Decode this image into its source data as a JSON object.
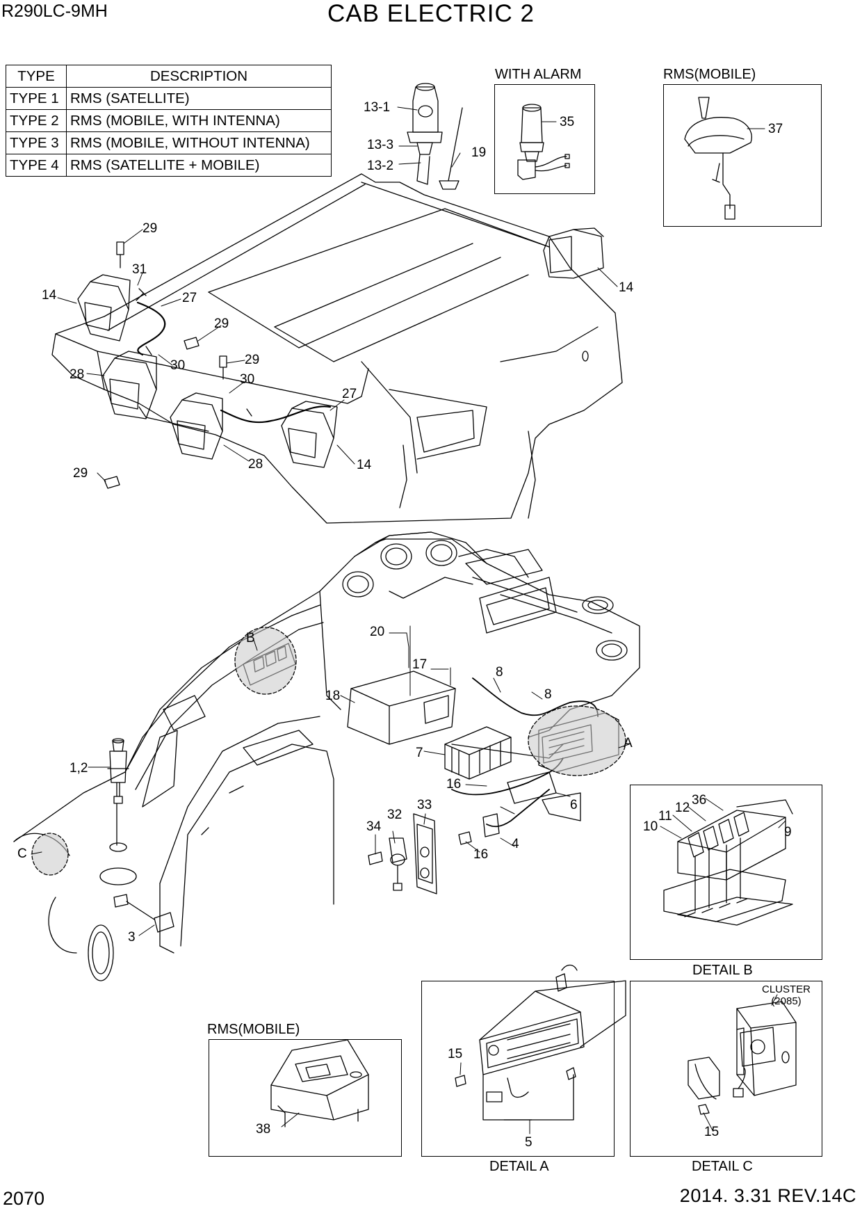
{
  "header": {
    "model": "R290LC-9MH",
    "title": "CAB ELECTRIC 2"
  },
  "footer": {
    "page": "2070",
    "revision": "2014. 3.31  REV.14C"
  },
  "type_table": {
    "headers": [
      "TYPE",
      "DESCRIPTION"
    ],
    "rows": [
      {
        "type": "TYPE 1",
        "description": "RMS (SATELLITE)"
      },
      {
        "type": "TYPE 2",
        "description": "RMS (MOBILE, WITH INTENNA)"
      },
      {
        "type": "TYPE 3",
        "description": "RMS (MOBILE, WITHOUT INTENNA)"
      },
      {
        "type": "TYPE 4",
        "description": "RMS (SATELLITE + MOBILE)"
      }
    ]
  },
  "captions": {
    "with_alarm": "WITH ALARM",
    "rms_mobile_top": "RMS(MOBILE)",
    "rms_mobile_bottom": "RMS(MOBILE)",
    "detail_a": "DETAIL A",
    "detail_b": "DETAIL B",
    "detail_c": "DETAIL C",
    "cluster": "CLUSTER",
    "cluster_ref": "(2085)"
  },
  "part_labels": {
    "p13_1": "13-1",
    "p13_3": "13-3",
    "p13_2": "13-2",
    "p19": "19",
    "p35": "35",
    "p37": "37",
    "p29_a": "29",
    "p31": "31",
    "p27_a": "27",
    "p14_a": "14",
    "p29_b": "29",
    "p28_a": "28",
    "p30_a": "30",
    "p29_c": "29",
    "p30_b": "30",
    "p27_b": "27",
    "p29_d": "29",
    "p28_b": "28",
    "p14_b": "14",
    "p14_c": "14",
    "p20": "20",
    "pB": "B",
    "p17": "17",
    "p8_a": "8",
    "p8_b": "8",
    "p18": "18",
    "p7": "7",
    "pA": "A",
    "p1_2": "1,2",
    "p16_a": "16",
    "p6": "6",
    "p32": "32",
    "p33": "33",
    "p34": "34",
    "pC": "C",
    "p4": "4",
    "p16_b": "16",
    "p3": "3",
    "p36": "36",
    "p12": "12",
    "p11": "11",
    "p10": "10",
    "p9": "9",
    "p38": "38",
    "p15_a": "15",
    "p5": "5",
    "p15_c": "15"
  }
}
